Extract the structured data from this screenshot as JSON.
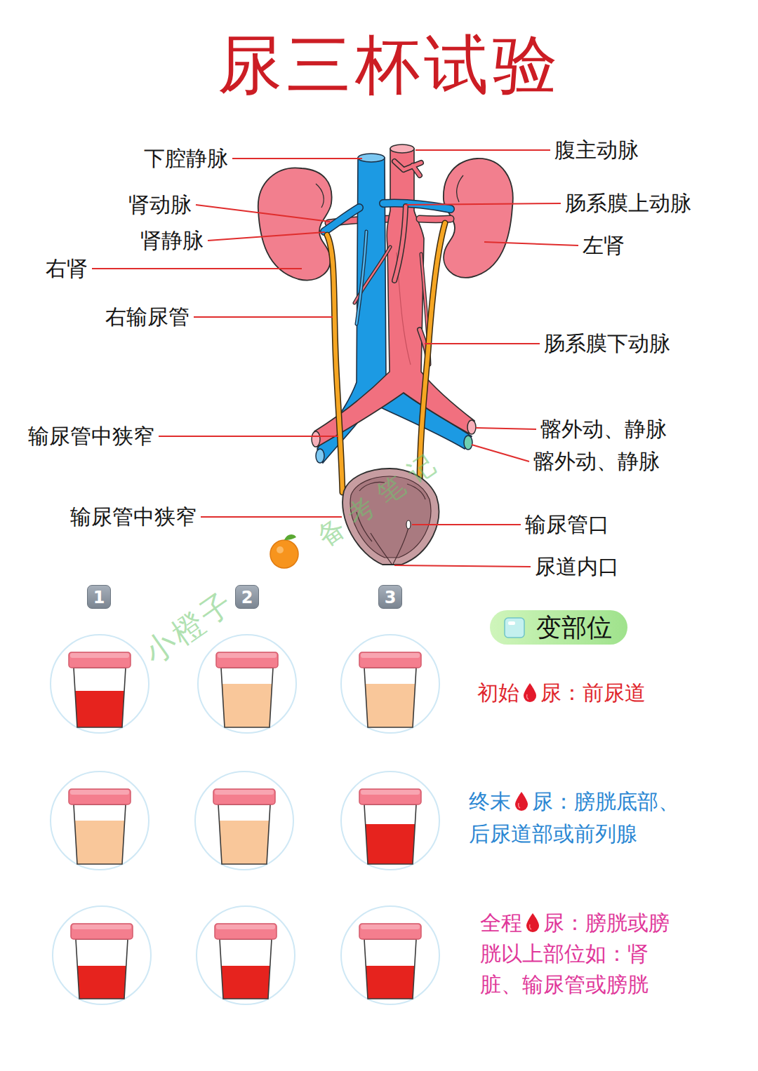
{
  "diagram": {
    "title": "尿三杯试验",
    "nodes": [
      {
        "text": [
          "变部位"
        ]
      }
    ],
    "labels": [
      "下腔静脉",
      "腹主动脉",
      "肾动脉",
      "肠系膜上动脉",
      "肾静脉",
      "左肾",
      "右肾",
      "右输尿管",
      "肠系膜下动脉",
      "输尿管中狭窄",
      "髂外动、静脉",
      "髂外动、静脉",
      "输尿管中狭窄",
      "输尿管口",
      "尿道内口",
      "小橙子",
      "备考笔记",
      "1",
      "2",
      "3",
      "初始",
      "尿：前尿道",
      "终末",
      "尿：膀胱底部、 后尿道部或前列腺",
      "全程",
      "尿：膀胱或膀 胱以上部位如：肾 脏、输尿管或膀胱"
    ]
  }
}
